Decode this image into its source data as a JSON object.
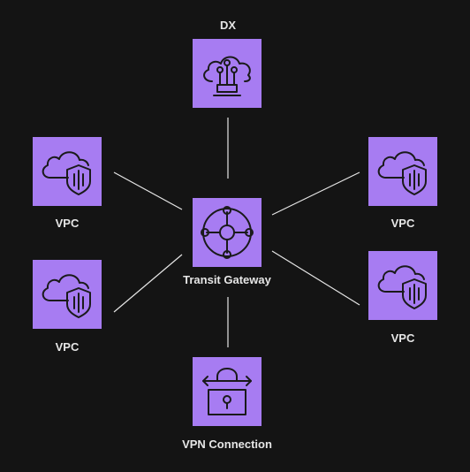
{
  "diagram": {
    "background": "#141414",
    "icon_bg": "#A77CF2",
    "icon_stroke": "#1A1A1A",
    "line_color": "#E6E6E6",
    "nodes": {
      "dx": {
        "label": "DX",
        "icon": "direct-connect-icon"
      },
      "vpc_top_left": {
        "label": "VPC",
        "icon": "vpc-cloud-shield-icon"
      },
      "vpc_bottom_left": {
        "label": "VPC",
        "icon": "vpc-cloud-shield-icon"
      },
      "vpc_top_right": {
        "label": "VPC",
        "icon": "vpc-cloud-shield-icon"
      },
      "vpc_bottom_right": {
        "label": "VPC",
        "icon": "vpc-cloud-shield-icon"
      },
      "transit_gateway": {
        "label": "Transit Gateway",
        "icon": "transit-gateway-icon"
      },
      "vpn": {
        "label": "VPN Connection",
        "icon": "vpn-connection-icon"
      }
    },
    "edges": [
      [
        "transit_gateway",
        "dx"
      ],
      [
        "transit_gateway",
        "vpc_top_left"
      ],
      [
        "transit_gateway",
        "vpc_bottom_left"
      ],
      [
        "transit_gateway",
        "vpc_top_right"
      ],
      [
        "transit_gateway",
        "vpc_bottom_right"
      ],
      [
        "transit_gateway",
        "vpn"
      ]
    ]
  }
}
